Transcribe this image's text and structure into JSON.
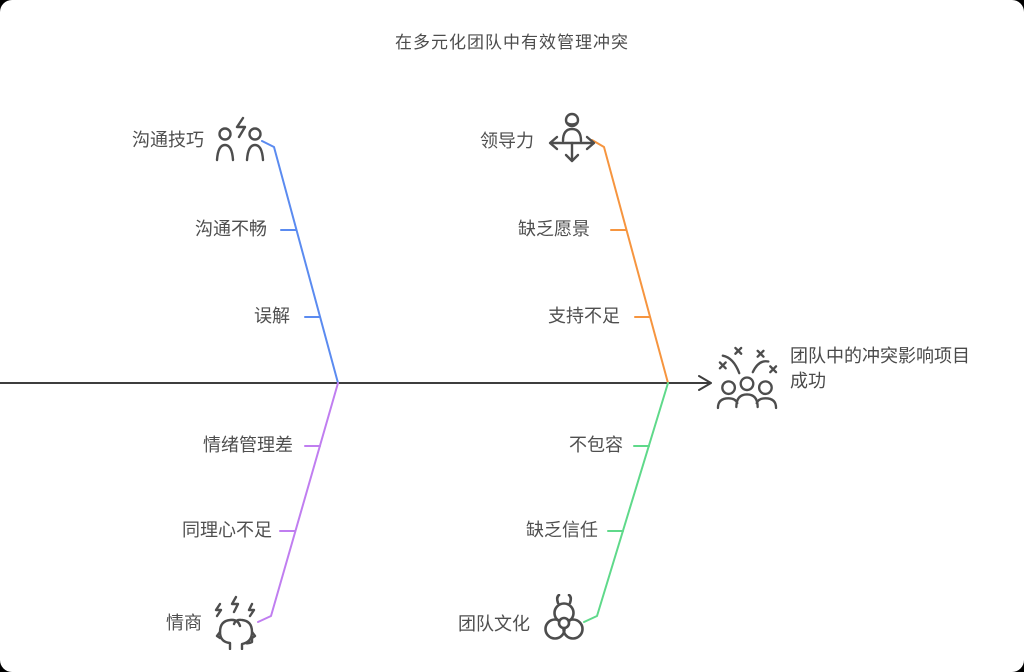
{
  "title": "在多元化团队中有效管理冲突",
  "effect": {
    "label": "团队中的冲突影响项目成功",
    "icon": "crowd-conflict-icon"
  },
  "branches": [
    {
      "name": "沟通技巧",
      "icon": "people-clash-icon",
      "position": "top-left",
      "color": "#5b8bf0",
      "causes": [
        "沟通不畅",
        "误解"
      ]
    },
    {
      "name": "领导力",
      "icon": "leader-directions-icon",
      "position": "top-right",
      "color": "#f6953f",
      "causes": [
        "缺乏愿景",
        "支持不足"
      ]
    },
    {
      "name": "情商",
      "icon": "minds-clash-icon",
      "position": "bottom-left",
      "color": "#c07ef0",
      "causes": [
        "情绪管理差",
        "同理心不足"
      ]
    },
    {
      "name": "团队文化",
      "icon": "biohazard-icon",
      "position": "bottom-right",
      "color": "#5fd98a",
      "causes": [
        "不包容",
        "缺乏信任"
      ]
    }
  ],
  "colors": {
    "spine": "#3d3d3d",
    "icon_stroke": "#4d4d4d",
    "text": "#4f4f4f",
    "branch_blue": "#5b8bf0",
    "branch_orange": "#f6953f",
    "branch_purple": "#c07ef0",
    "branch_green": "#5fd98a"
  }
}
